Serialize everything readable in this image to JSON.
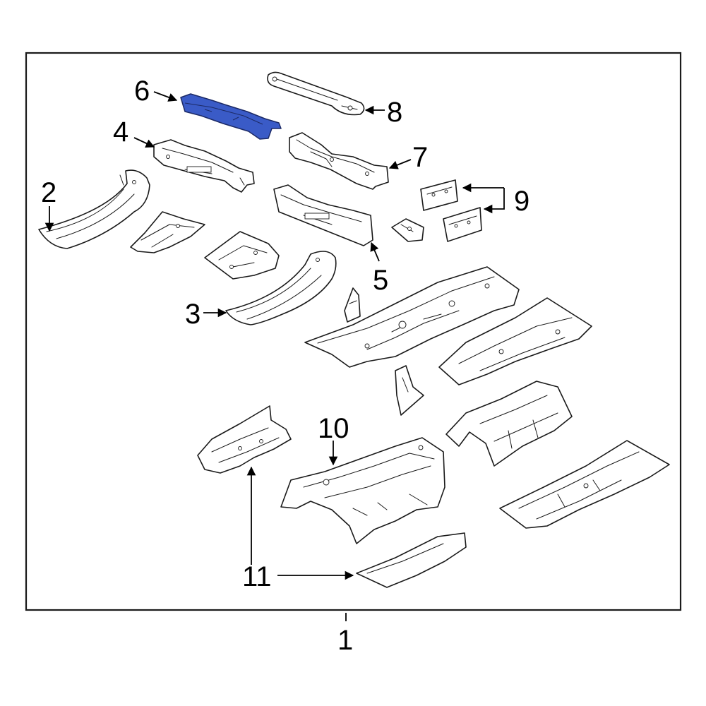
{
  "diagram": {
    "highlight_color": "#3a5bc7",
    "outline_color": "#1a1a1a",
    "callouts": {
      "c1": "1",
      "c2": "2",
      "c3": "3",
      "c4": "4",
      "c5": "5",
      "c6": "6",
      "c7": "7",
      "c8": "8",
      "c9": "9",
      "c10": "10",
      "c11": "11"
    },
    "highlighted_part": "6"
  }
}
